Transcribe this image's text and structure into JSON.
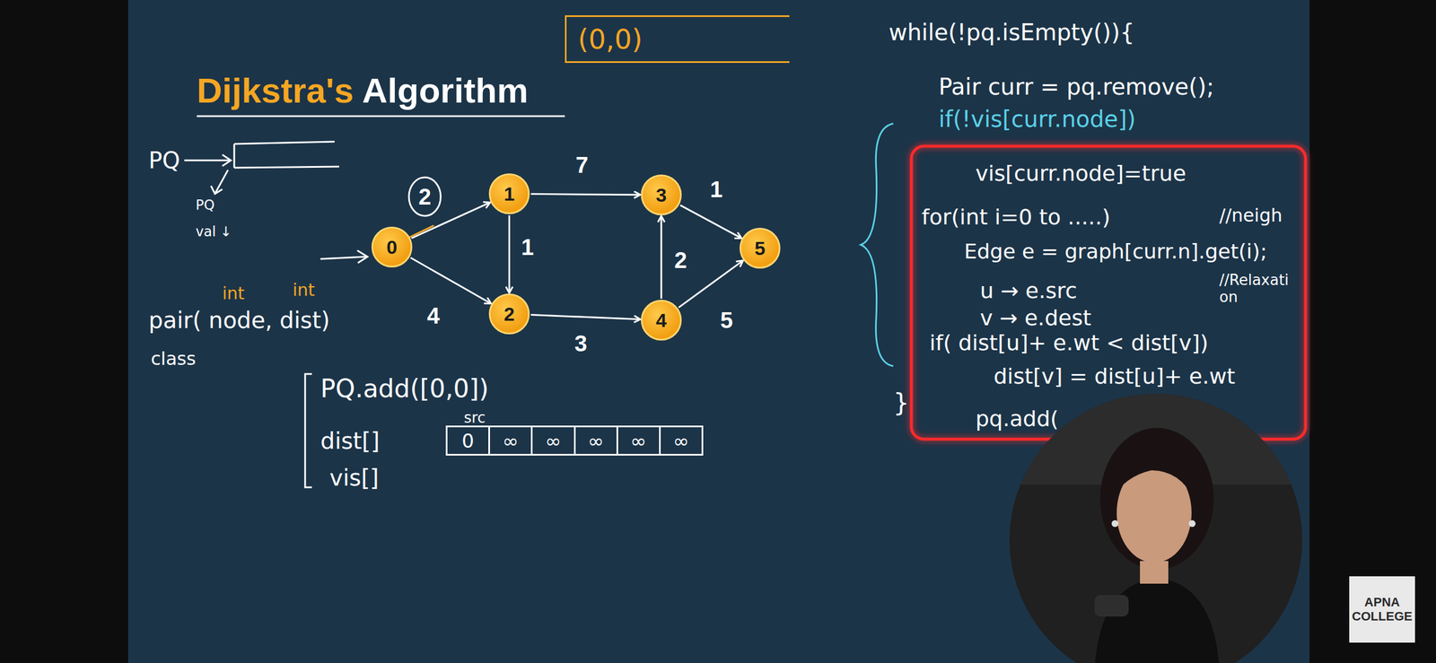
{
  "diagram": {
    "title": "Dijkstra's Algorithm",
    "nodes": [
      {
        "text": [
          "(0,0)"
        ]
      },
      {
        "text": [
          "0"
        ]
      },
      {
        "text": [
          "1"
        ]
      },
      {
        "text": [
          "2"
        ]
      },
      {
        "text": [
          "3"
        ]
      },
      {
        "text": [
          "4"
        ]
      },
      {
        "text": [
          "5"
        ]
      },
      {
        "text": [
          "0",
          "∞",
          "∞",
          "∞",
          "∞",
          "∞"
        ]
      },
      {
        "text": [
          "APNA COLLEGE"
        ]
      }
    ],
    "edges": [
      {
        "from": 1,
        "to": 2,
        "arrow": "to",
        "label": "2"
      },
      {
        "from": 1,
        "to": 3,
        "arrow": "to",
        "label": "4"
      },
      {
        "from": 2,
        "to": 4,
        "arrow": "to",
        "label": "7"
      },
      {
        "from": 2,
        "to": 3,
        "arrow": "to",
        "label": "1"
      },
      {
        "from": 3,
        "to": 5,
        "arrow": "to",
        "label": "3"
      },
      {
        "from": 5,
        "to": 4,
        "arrow": "to",
        "label": "2"
      },
      {
        "from": 4,
        "to": 6,
        "arrow": "to",
        "label": "1"
      },
      {
        "from": 5,
        "to": 6,
        "arrow": "to",
        "label": "5"
      }
    ],
    "labels": [
      "PQ",
      "PQ",
      "val ↓",
      "int",
      "int",
      "pair( node, dist)",
      "class",
      "PQ.add([0,0])",
      "dist[]",
      "vis[]",
      "src",
      "while(!pq.isEmpty()){",
      "Pair curr = pq.remove();",
      "if(!vis[curr.node])",
      "vis[curr.node]=true",
      "for(int i=0 to .....)",
      "//neigh",
      "Edge e = graph[curr.n].get(i);",
      "//Relaxation",
      "u → e.src",
      "v → e.dest",
      "if( dist[u]+ e.wt < dist[v])",
      "dist[v] = dist[u]+ e.wt",
      "pq.add(",
      "}"
    ]
  }
}
